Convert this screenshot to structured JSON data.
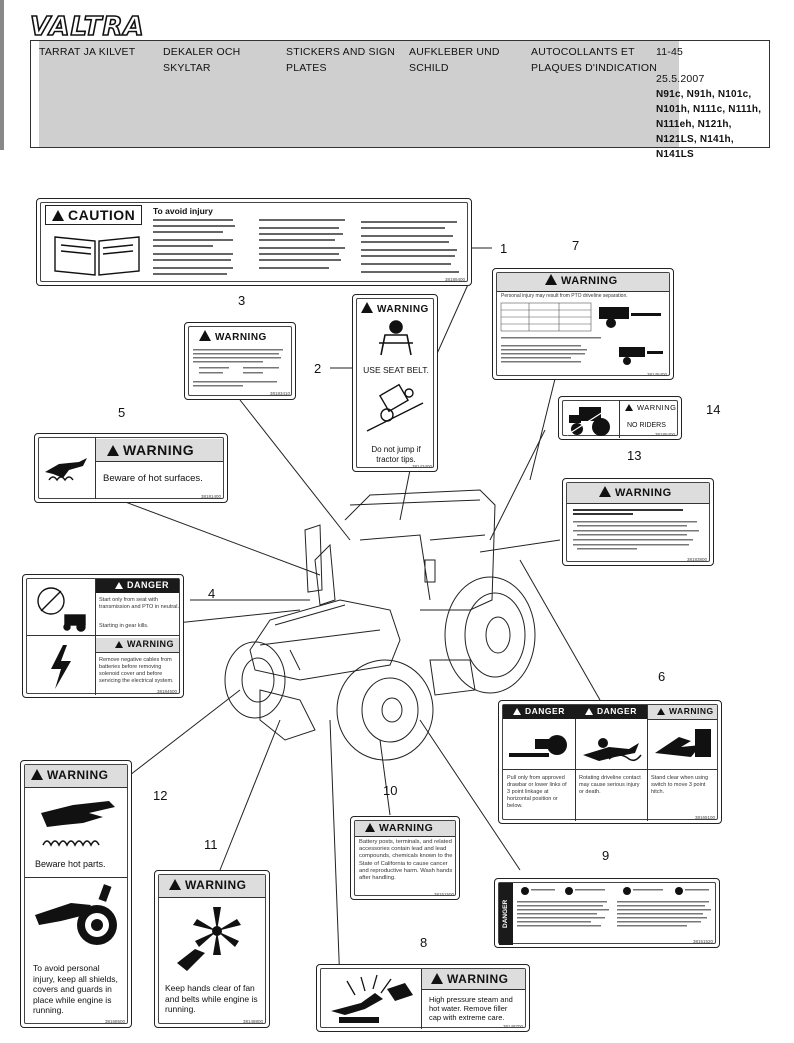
{
  "brand": "VALTRA",
  "header": {
    "col1": [
      "TARRAT JA KILVET"
    ],
    "col2": [
      "DEKALER OCH",
      "SKYLTAR"
    ],
    "col3": [
      "STICKERS AND SIGN",
      "PLATES"
    ],
    "col4": [
      "AUFKLEBER UND",
      "SCHILD"
    ],
    "col5": [
      "AUTOCOLLANTS ET",
      "PLAQUES D'INDICATION"
    ],
    "page": "11-45",
    "date": "25.5.2007",
    "models": [
      "N91c, N91h, N101c,",
      "N101h, N111c, N111h,",
      "N111eh, N121h,",
      "N121LS, N141h, N141LS"
    ]
  },
  "callouts": [
    "1",
    "2",
    "3",
    "4",
    "5",
    "6",
    "7",
    "8",
    "9",
    "10",
    "11",
    "12",
    "13",
    "14"
  ],
  "labels": {
    "l1": {
      "title": "CAUTION",
      "heading": "To avoid injury",
      "code": "38189400"
    },
    "l2": {
      "title": "WARNING",
      "text1": "USE SEAT BELT.",
      "text2": "Do not jump if tractor tips.",
      "code": "38143400"
    },
    "l3": {
      "title": "WARNING",
      "code": "38183410"
    },
    "l4": {
      "danger": "DANGER",
      "danger_text": "Start only from seat with transmission and PTO in neutral.",
      "danger_text2": "Starting in gear kills.",
      "warning": "WARNING",
      "warning_text": "Remove negative cables from batteries before removing solenoid cover and before servicing the electrical system.",
      "code": "38184500"
    },
    "l5": {
      "title": "WARNING",
      "text": "Beware of hot surfaces.",
      "code": "38181400"
    },
    "l6": {
      "danger1": "DANGER",
      "danger2": "DANGER",
      "warning": "WARNING",
      "t1": "Pull only from approved drawbar or lower links of 3 point linkage at horizontal position or below.",
      "t2": "Rotating driveline contact may cause serious injury or death.",
      "t3": "Stand clear when using switch to move 3 point hitch.",
      "code": "38165100"
    },
    "l7": {
      "title": "WARNING",
      "subtitle": "Personal injury may result from PTO driveline separation.",
      "code": "38145400"
    },
    "l8": {
      "title": "WARNING",
      "text": "High pressure steam and hot water. Remove filler cap with extreme care.",
      "code": "38148700"
    },
    "l9": {
      "side": "DANGER",
      "code": "38151520"
    },
    "l10": {
      "title": "WARNING",
      "text": "Battery posts, terminals, and related accessories contain lead and lead compounds, chemicals known to the State of California to cause cancer and reproductive harm. Wash hands after handling.",
      "code": "38151500"
    },
    "l11": {
      "title": "WARNING",
      "text": "Keep hands clear of fan and belts while engine is running.",
      "code": "38148800"
    },
    "l12": {
      "title": "WARNING",
      "text1": "Beware hot parts.",
      "text2": "To avoid personal injury, keep all shields, covers and guards in place while engine is running.",
      "code": "38168500"
    },
    "l13": {
      "title": "WARNING",
      "code": "38183800"
    },
    "l14": {
      "title": "WARNING",
      "text": "NO RIDERS",
      "code": "38185400"
    }
  }
}
